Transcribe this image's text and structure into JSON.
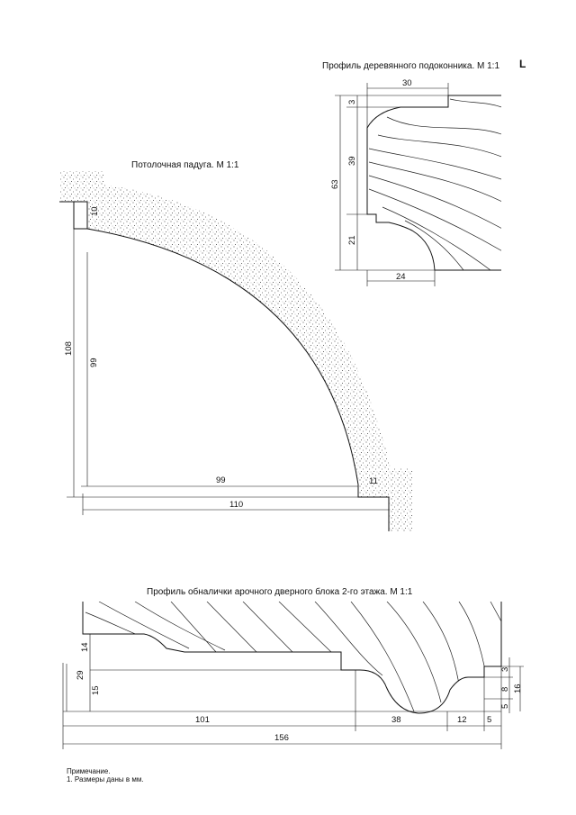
{
  "titles": {
    "sill": "Профиль деревянного подоконника. М 1:1",
    "sill_mark": "L",
    "cove": "Потолочная падуга. М 1:1",
    "casing": "Профиль обналички арочного дверного блока 2-го этажа. М 1:1"
  },
  "sill_dims": {
    "top": "30",
    "a": "3",
    "b": "39",
    "total": "63",
    "c": "21",
    "bottom": "24"
  },
  "cove_dims": {
    "v_small": "10",
    "v_total": "108",
    "v_inner": "99",
    "h_inner": "99",
    "h_small": "11",
    "h_total": "110"
  },
  "casing_dims": {
    "h_upper": "14",
    "h_total": "29",
    "h_lower": "15",
    "w1": "101",
    "w2": "38",
    "w3": "12",
    "w4": "5",
    "w_total": "156",
    "r3": "3",
    "r8": "8",
    "r5": "5",
    "r16": "16"
  },
  "notes": {
    "heading": "Примечание.",
    "item1": "1. Размеры даны в мм."
  }
}
